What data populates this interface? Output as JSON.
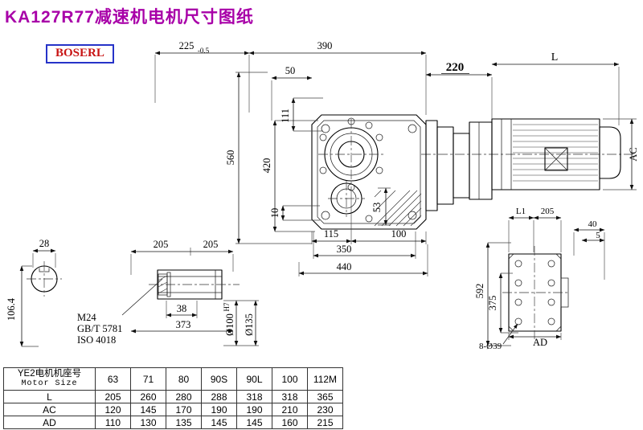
{
  "title": "KA127R77减速机电机尺寸图纸",
  "logo": "BOSERL",
  "main_dims": {
    "w225": "225",
    "w225_tol": "-0.5",
    "w390": "390",
    "w50": "50",
    "w220": "220",
    "wL": "L",
    "h560": "560",
    "h420": "420",
    "h111": "111",
    "h10": "10",
    "b115": "115",
    "b100": "100",
    "b53": "53",
    "b350": "350",
    "b440": "440",
    "rAC": "AC"
  },
  "shaft_end_view": {
    "w28": "28",
    "h106": "106.4"
  },
  "shaft_section_view": {
    "l205a": "205",
    "l205b": "205",
    "bolt": "M24",
    "std1": "GB/T 5781",
    "std2": "ISO 4018",
    "l38": "38",
    "l373": "373",
    "dia100": "Ø100",
    "dia100_tol": "H7",
    "dia135": "Ø135"
  },
  "flange_view": {
    "wL1": "L1",
    "w205": "205",
    "w40": "40",
    "w5": "5",
    "h592": "592",
    "h375": "375",
    "wAD": "AD",
    "holes": "8-Ø39"
  },
  "table": {
    "header_cn": "YE2电机机座号",
    "header_en": "Motor Size",
    "columns": [
      "63",
      "71",
      "80",
      "90S",
      "90L",
      "100",
      "112M"
    ],
    "rows": [
      {
        "label": "L",
        "values": [
          "205",
          "260",
          "280",
          "288",
          "318",
          "318",
          "365"
        ]
      },
      {
        "label": "AC",
        "values": [
          "120",
          "145",
          "170",
          "190",
          "190",
          "210",
          "230"
        ]
      },
      {
        "label": "AD",
        "values": [
          "110",
          "130",
          "135",
          "145",
          "145",
          "160",
          "215"
        ]
      }
    ]
  }
}
